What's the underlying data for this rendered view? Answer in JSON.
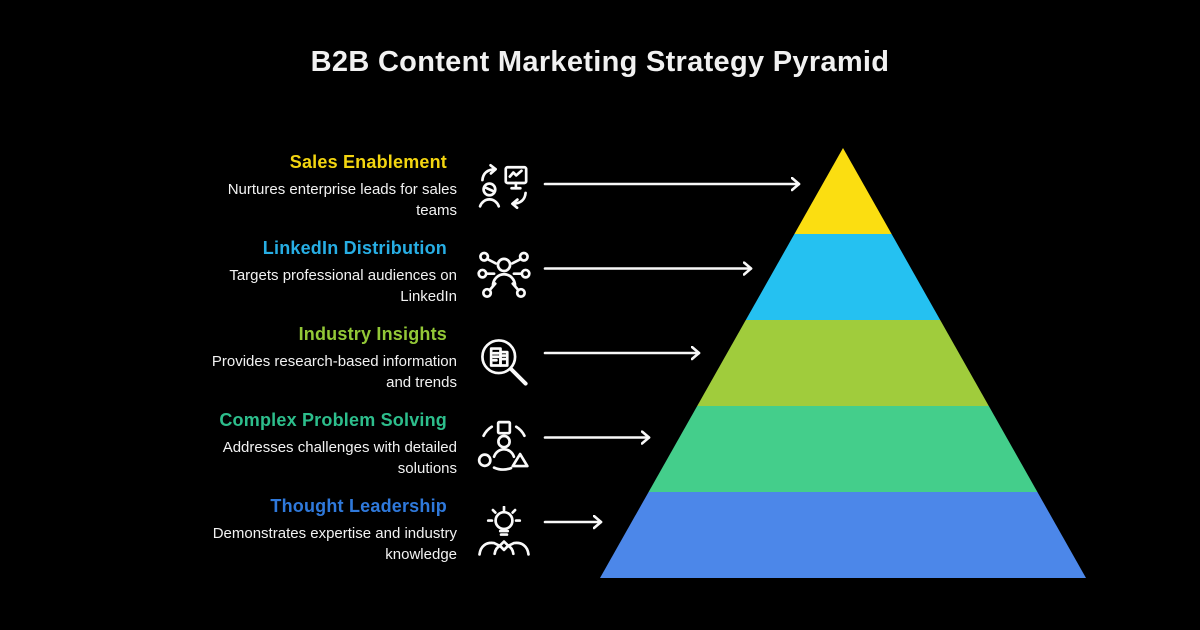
{
  "title": "B2B Content Marketing Strategy Pyramid",
  "colors": {
    "background": "#000000",
    "title_text": "#F1F1F1",
    "description_text": "#F2F2F2",
    "arrow": "#F8F8F8"
  },
  "items": [
    {
      "label": "Sales Enablement",
      "label_color": "#F3D510",
      "band_color": "#FBDE11",
      "lines": [
        "Nurtures enterprise leads for sales",
        "teams"
      ],
      "icon": "sales-handoff-icon"
    },
    {
      "label": "LinkedIn Distribution",
      "label_color": "#27AEE4",
      "band_color": "#25C1F1",
      "lines": [
        "Targets professional audiences on",
        "LinkedIn"
      ],
      "icon": "network-distribution-icon"
    },
    {
      "label": "Industry Insights",
      "label_color": "#93C837",
      "band_color": "#A0CC3C",
      "lines": [
        "Provides research-based information",
        "and trends"
      ],
      "icon": "research-magnifier-icon"
    },
    {
      "label": "Complex Problem Solving",
      "label_color": "#2DBE8C",
      "band_color": "#44CE8B",
      "lines": [
        "Addresses challenges with detailed",
        "solutions"
      ],
      "icon": "problem-solving-icon"
    },
    {
      "label": "Thought Leadership",
      "label_color": "#2F79DB",
      "band_color": "#4C87E9",
      "lines": [
        "Demonstrates expertise and industry",
        "knowledge"
      ],
      "icon": "lightbulb-hands-icon"
    }
  ]
}
